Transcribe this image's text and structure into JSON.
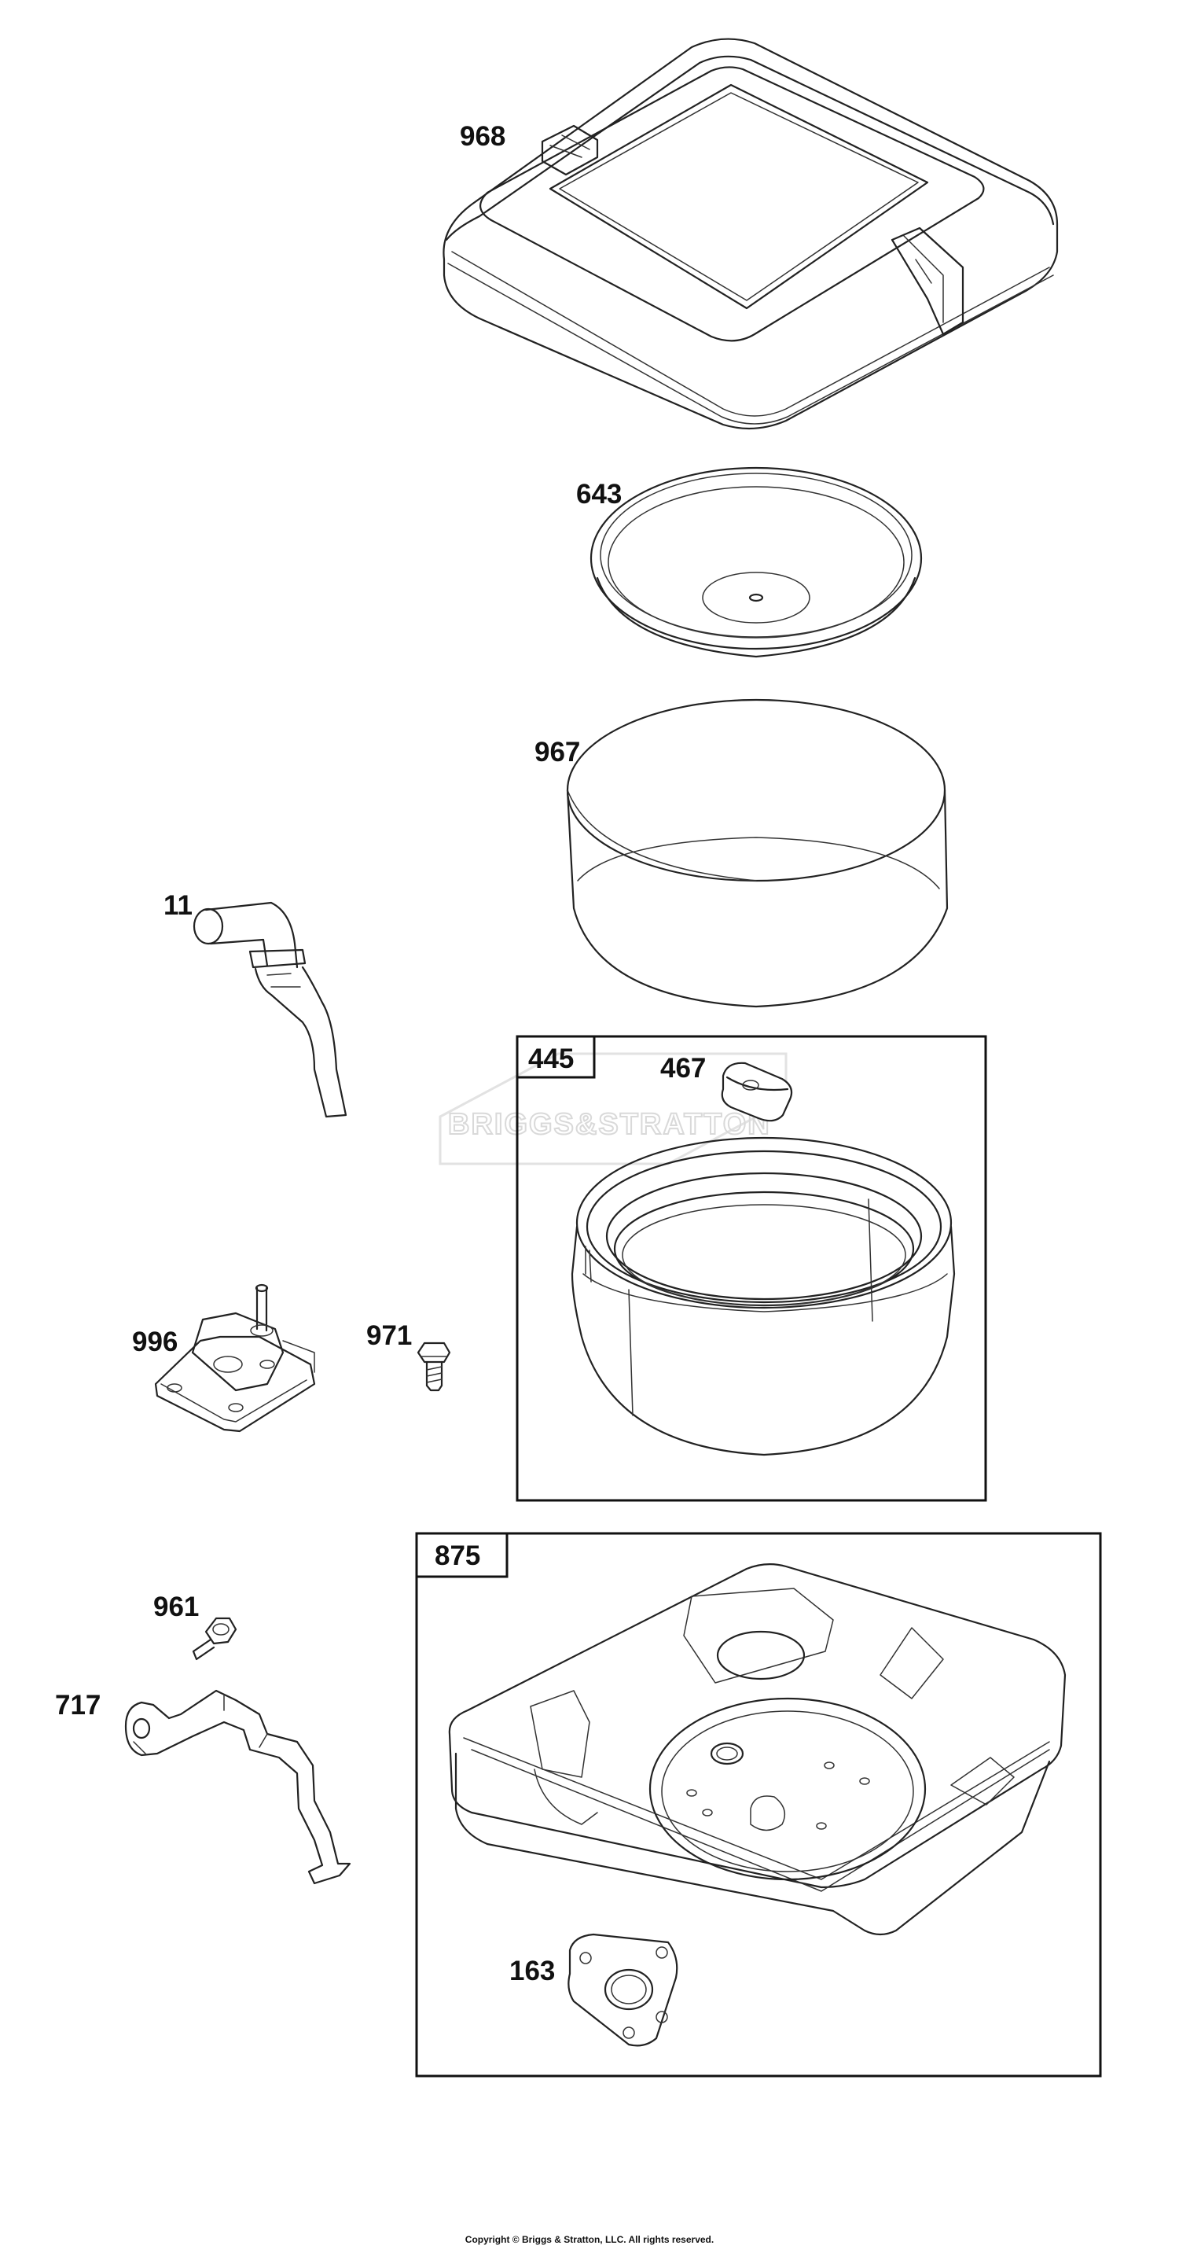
{
  "parts": {
    "p968": "968",
    "p643": "643",
    "p967": "967",
    "p11": "11",
    "p445": "445",
    "p467": "467",
    "p996": "996",
    "p971": "971",
    "p961": "961",
    "p717": "717",
    "p875": "875",
    "p163": "163"
  },
  "watermark": "BRIGGS&STRATTON",
  "copyright": "Copyright © Briggs & Stratton, LLC. All rights reserved."
}
